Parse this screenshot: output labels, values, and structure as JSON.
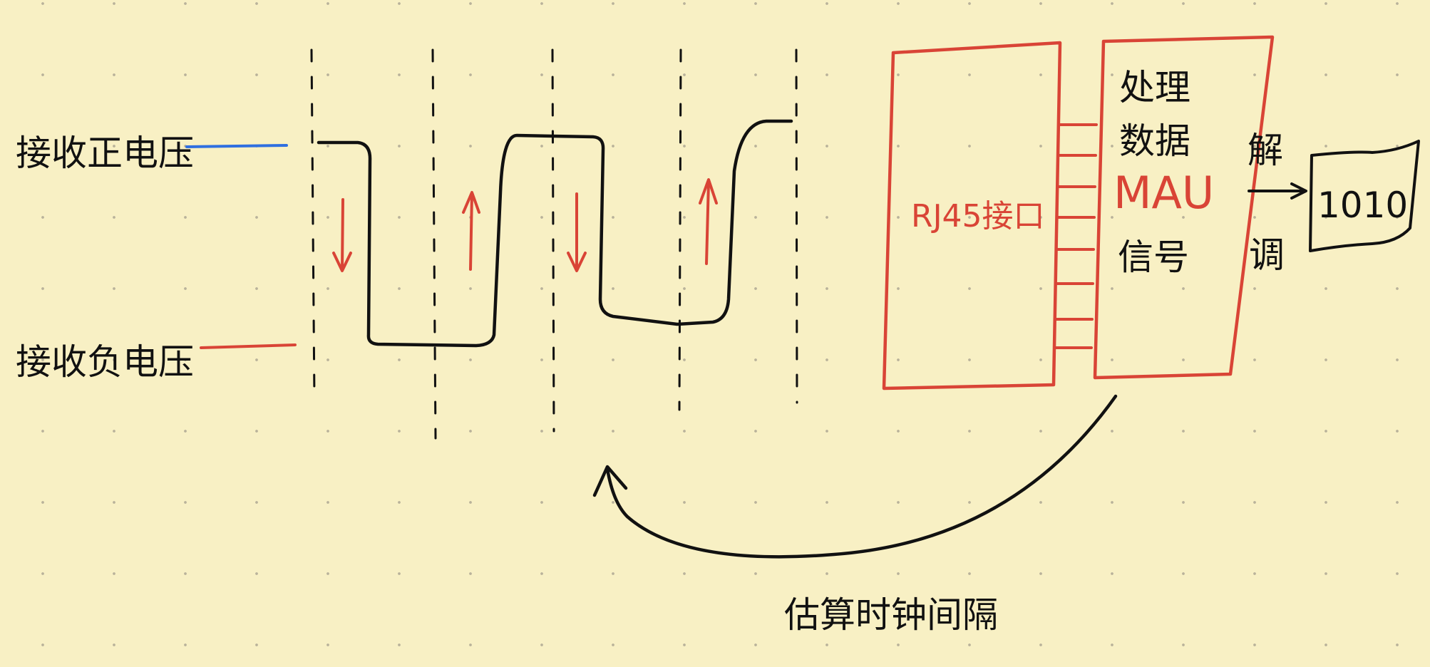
{
  "labels": {
    "positive_voltage": "接收正电压",
    "negative_voltage": "接收负电压",
    "rj45": "RJ45接口",
    "process_line1": "处理",
    "process_line2": "数据",
    "mau": "MAU",
    "signal": "信号",
    "demod_char1": "解",
    "demod_char2": "调",
    "bits": "1010",
    "clock_estimate": "估算时钟间隔"
  },
  "colors": {
    "background": "#f8f0c4",
    "ink": "#111111",
    "accent_red": "#d94436",
    "accent_blue": "#2f6fe0"
  }
}
